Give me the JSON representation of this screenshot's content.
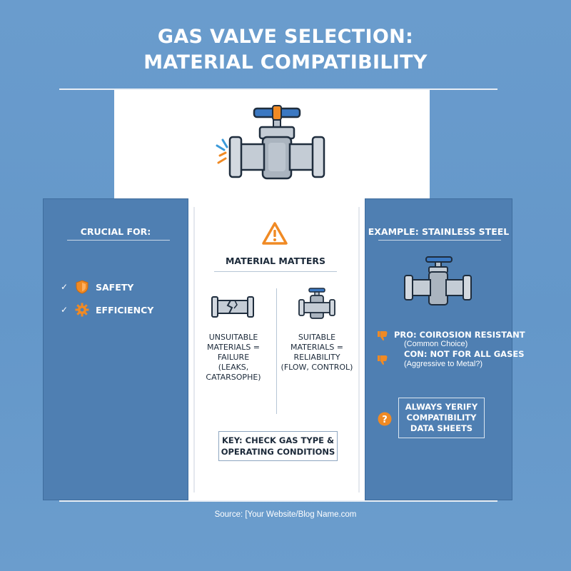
{
  "header": {
    "title_line1": "GAS VALVE SELECTION:",
    "title_line2": "MATERIAL COMPATIBILITY"
  },
  "left_panel": {
    "heading": "CRUCIAL FOR:",
    "items": [
      {
        "label": "SAFETY",
        "icon": "shield-icon"
      },
      {
        "label": "EFFICIENCY",
        "icon": "gear-icon"
      }
    ]
  },
  "center_panel": {
    "heading": "MATERIAL MATTERS",
    "left_column": "UNSUITABLE\nMATERIALS =\nFAILURE\n(LEAKS, CATARSOPHE)",
    "right_column": "SUITABLE\nMATERIALS =\nRELIABILITY\n(FLOW, CONTROL)",
    "key": "KEY: CHECK GAS TYPE &\nOPERATING CONDITIONS"
  },
  "right_panel": {
    "heading": "EXAMPLE: STAINLESS STEEL",
    "pro": "PRO: COIROSION RESISTANT",
    "pro_note": "(Common Choice)",
    "con": "CON: NOT FOR ALL GASES",
    "con_note": "(Aggressive to Metal?)",
    "verify": "ALWAYS YERIFY\nCOMPATIBILITY\nDATA SHEETS"
  },
  "footer": {
    "source": "Source: [Your Website/Blog Name.com"
  },
  "colors": {
    "background": "#6a9ccd",
    "panel_blue": "#4f7fb2",
    "accent_orange": "#f08a24",
    "valve_blue": "#3b78c2",
    "dark_outline": "#1f2d3d"
  }
}
